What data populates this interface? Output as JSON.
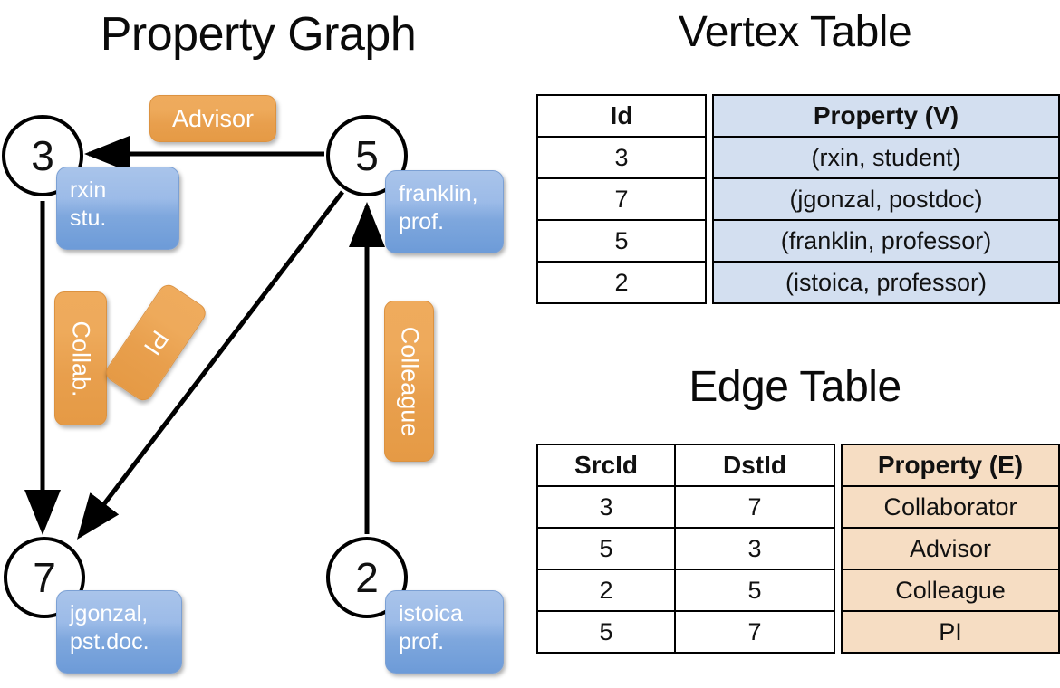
{
  "titles": {
    "property_graph": "Property Graph",
    "vertex_table": "Vertex Table",
    "edge_table": "Edge Table"
  },
  "colors": {
    "vertex_property_fill": "#d3dff0",
    "edge_property_fill": "#f6ddc3",
    "vertex_bubble": "#8fb2e3",
    "edge_bubble": "#eca css",
    "edge_bubble_hex": "#eca martes",
    "edge_bubble_color": "#eaa250",
    "node_stroke": "#000000",
    "bubble_text": "#ffffff"
  },
  "graph": {
    "nodes": [
      {
        "id": "3",
        "label": "3",
        "property_lines": "rxin\nstu."
      },
      {
        "id": "5",
        "label": "5",
        "property_lines": "franklin,\nprof."
      },
      {
        "id": "7",
        "label": "7",
        "property_lines": "jgonzal,\npst.doc."
      },
      {
        "id": "2",
        "label": "2",
        "property_lines": "istoica\nprof."
      }
    ],
    "edge_labels": [
      {
        "name": "advisor",
        "text": "Advisor",
        "orientation": "horizontal"
      },
      {
        "name": "collab",
        "text": "Collab.",
        "orientation": "vertical"
      },
      {
        "name": "pi",
        "text": "PI",
        "orientation": "vertical-rotated"
      },
      {
        "name": "colleague",
        "text": "Colleague",
        "orientation": "vertical"
      }
    ],
    "edges": [
      {
        "from": "5",
        "to": "3",
        "label": "Advisor"
      },
      {
        "from": "3",
        "to": "7",
        "label": "Collab."
      },
      {
        "from": "5",
        "to": "7",
        "label": "PI"
      },
      {
        "from": "2",
        "to": "5",
        "label": "Colleague"
      }
    ]
  },
  "vertex_table": {
    "headers": [
      "Id",
      "Property (V)"
    ],
    "rows": [
      {
        "id": "3",
        "property": "(rxin, student)"
      },
      {
        "id": "7",
        "property": "(jgonzal, postdoc)"
      },
      {
        "id": "5",
        "property": "(franklin, professor)"
      },
      {
        "id": "2",
        "property": "(istoica, professor)"
      }
    ]
  },
  "edge_table": {
    "headers": [
      "SrcId",
      "DstId",
      "Property (E)"
    ],
    "rows": [
      {
        "src": "3",
        "dst": "7",
        "property": "Collaborator"
      },
      {
        "src": "5",
        "dst": "3",
        "property": "Advisor"
      },
      {
        "src": "2",
        "dst": "5",
        "property": "Colleague"
      },
      {
        "src": "5",
        "dst": "7",
        "property": "PI"
      }
    ]
  }
}
